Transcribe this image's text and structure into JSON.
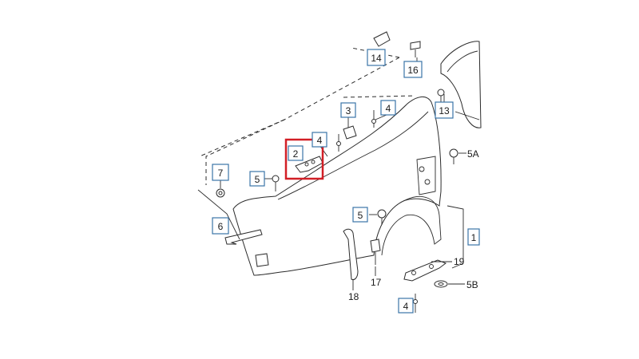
{
  "diagram": {
    "callouts": [
      {
        "id": "c14",
        "text": "14"
      },
      {
        "id": "c16",
        "text": "16"
      },
      {
        "id": "c13",
        "text": "13"
      },
      {
        "id": "c3",
        "text": "3"
      },
      {
        "id": "c4a",
        "text": "4"
      },
      {
        "id": "c4b",
        "text": "4"
      },
      {
        "id": "c2",
        "text": "2"
      },
      {
        "id": "c7",
        "text": "7"
      },
      {
        "id": "c5a",
        "text": "5"
      },
      {
        "id": "c6",
        "text": "6"
      },
      {
        "id": "c5b",
        "text": "5"
      },
      {
        "id": "c1",
        "text": "1"
      },
      {
        "id": "c4c",
        "text": "4"
      }
    ],
    "plain_labels": [
      {
        "id": "l5A",
        "text": "5A"
      },
      {
        "id": "l5B",
        "text": "5B"
      },
      {
        "id": "l19",
        "text": "19"
      },
      {
        "id": "l17",
        "text": "17"
      },
      {
        "id": "l18",
        "text": "18"
      }
    ],
    "highlight_color": "#d21f26",
    "callout_border_color": "#3b74a8"
  }
}
